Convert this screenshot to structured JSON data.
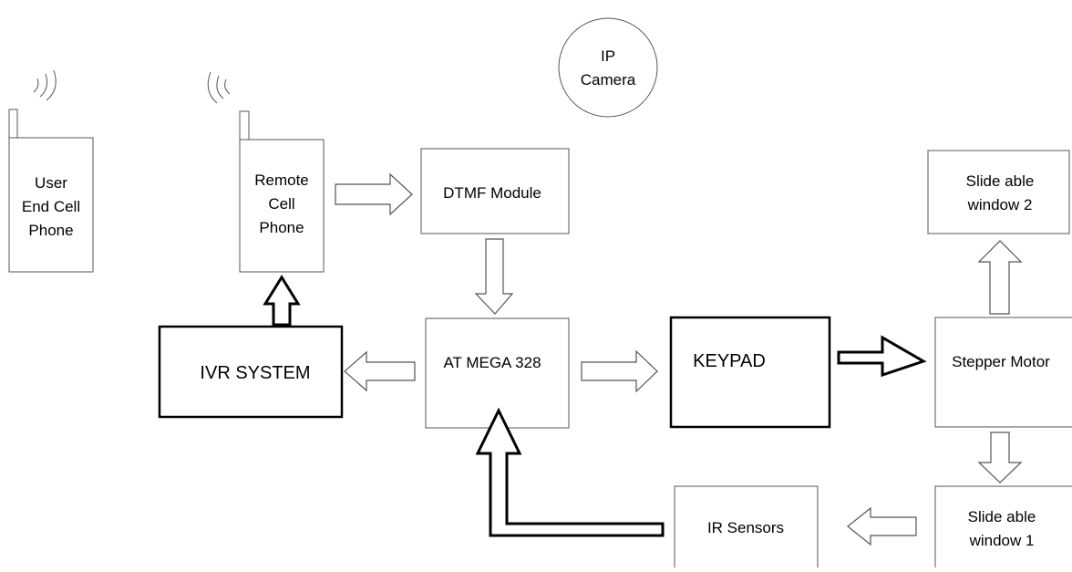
{
  "diagram": {
    "nodes": {
      "user_phone": "User\nEnd Cell\nPhone",
      "remote_phone": "Remote\nCell\nPhone",
      "ip_camera": "IP\nCamera",
      "dtmf": "DTMF Module",
      "atmega": "AT MEGA 328",
      "ivr": "IVR SYSTEM",
      "keypad": "KEYPAD",
      "stepper": "Stepper Motor",
      "window2": "Slide able\nwindow 2",
      "window1": "Slide able\nwindow 1",
      "ir": "IR Sensors"
    },
    "edges": [
      {
        "from": "remote_phone",
        "to": "dtmf"
      },
      {
        "from": "dtmf",
        "to": "atmega"
      },
      {
        "from": "atmega",
        "to": "ivr"
      },
      {
        "from": "ivr",
        "to": "remote_phone"
      },
      {
        "from": "atmega",
        "to": "keypad"
      },
      {
        "from": "keypad",
        "to": "stepper"
      },
      {
        "from": "stepper",
        "to": "window2"
      },
      {
        "from": "stepper",
        "to": "window1"
      },
      {
        "from": "window1",
        "to": "ir"
      },
      {
        "from": "ir",
        "to": "atmega"
      }
    ]
  }
}
